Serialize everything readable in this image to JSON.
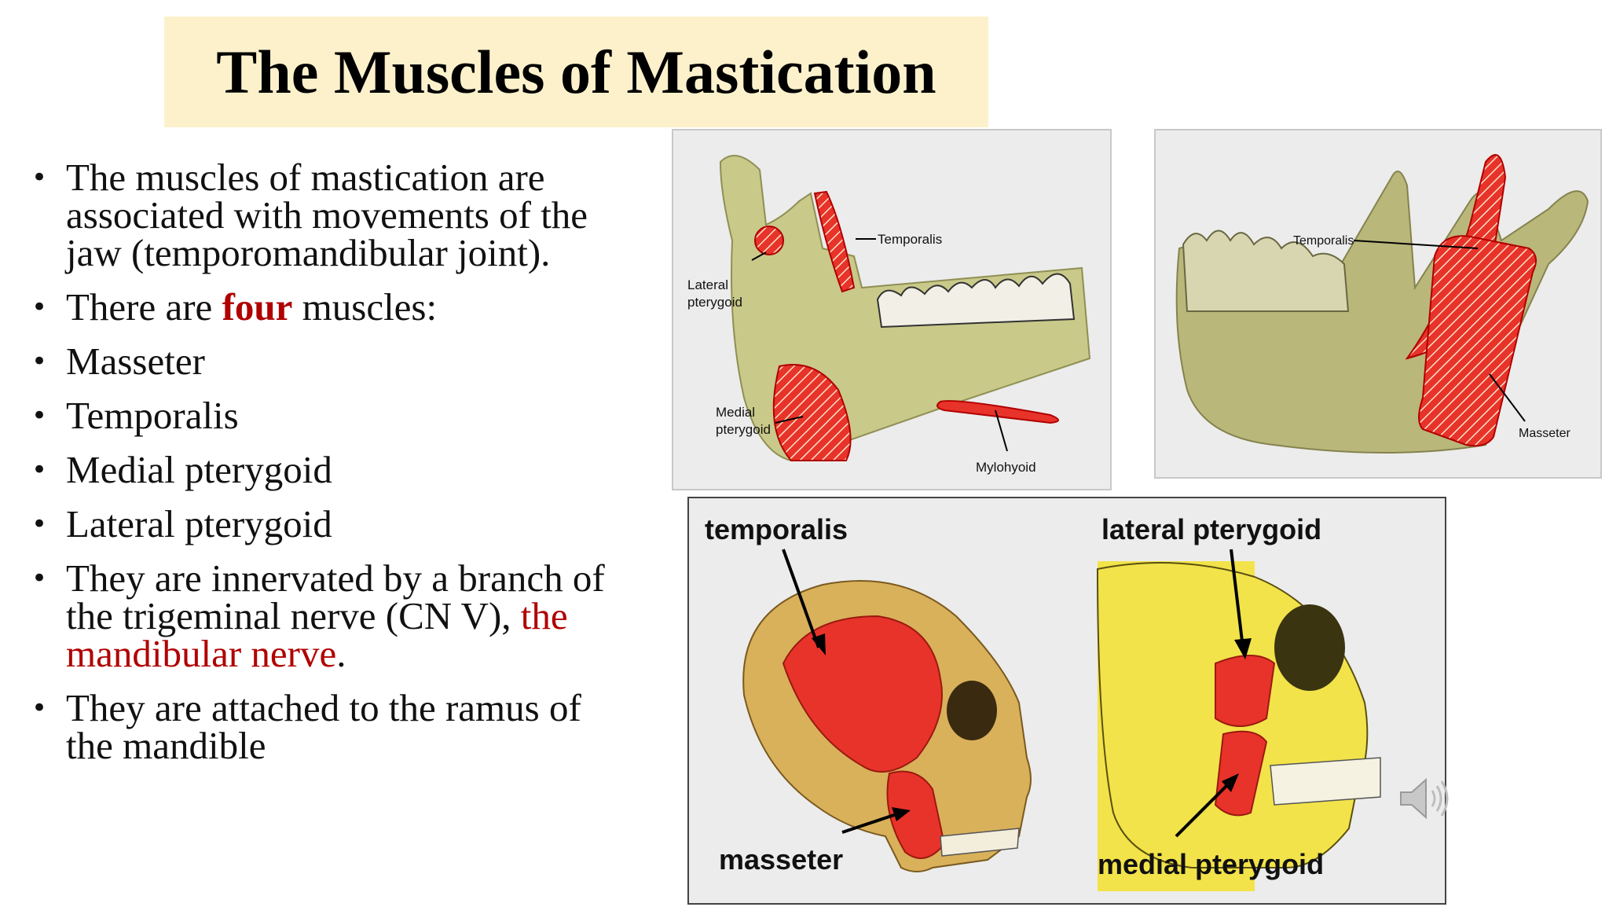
{
  "slide": {
    "title": "The Muscles of Mastication",
    "bullets": {
      "b1": "The muscles of mastication are associated with movements of the jaw (temporomandibular joint).",
      "b2_pre": "There are ",
      "b2_em": "four",
      "b2_post": " muscles:",
      "b3": "Masseter",
      "b4": "Temporalis",
      "b5": "Medial pterygoid",
      "b6": "Lateral pterygoid",
      "b7_pre": "They are innervated by a branch of the trigeminal nerve (CN V), ",
      "b7_red": "the mandibular nerve",
      "b7_post": ".",
      "b8": "They are attached to the ramus of the mandible"
    }
  },
  "figure_medial": {
    "labels": {
      "temporalis": "Temporalis",
      "lateral_1": "Lateral",
      "lateral_2": "pterygoid",
      "medial_1": "Medial",
      "medial_2": "pterygoid",
      "mylohyoid": "Mylohyoid"
    }
  },
  "figure_lateral": {
    "labels": {
      "temporalis": "Temporalis",
      "masseter": "Masseter"
    }
  },
  "figure_skulls": {
    "labels": {
      "temporalis": "temporalis",
      "masseter": "masseter",
      "lateral_pterygoid": "lateral pterygoid",
      "medial_pterygoid": "medial pterygoid"
    }
  },
  "colors": {
    "title_bg": "#fdf1cc",
    "accent_red": "#b00000",
    "muscle_red": "#e8332a",
    "bone": "#c9c98a",
    "skull_yellow": "#f2e34a"
  },
  "icons": {
    "audio": "speaker-icon"
  }
}
